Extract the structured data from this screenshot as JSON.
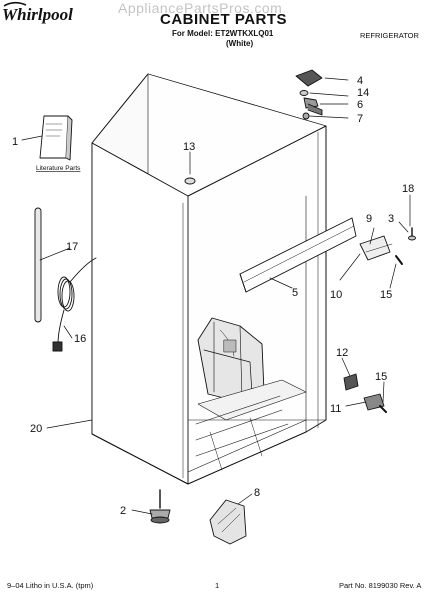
{
  "header": {
    "brand": "Whirlpool",
    "watermark": "AppliancePartsPros.com",
    "title": "CABINET PARTS",
    "model_line": "For Model: ET2WTKXLQ01",
    "color_line": "(White)",
    "category": "REFRIGERATOR"
  },
  "footer": {
    "left": "9–04 Litho in U.S.A. (tpm)",
    "page": "1",
    "part_number": "Part No. 8199030 Rev. A"
  },
  "diagram": {
    "literature_label": "Literature Parts",
    "callouts": [
      {
        "id": "c1",
        "text": "1"
      },
      {
        "id": "c2",
        "text": "2"
      },
      {
        "id": "c3",
        "text": "3"
      },
      {
        "id": "c4",
        "text": "4"
      },
      {
        "id": "c5",
        "text": "5"
      },
      {
        "id": "c6",
        "text": "6"
      },
      {
        "id": "c7",
        "text": "7"
      },
      {
        "id": "c8",
        "text": "8"
      },
      {
        "id": "c9",
        "text": "9"
      },
      {
        "id": "c10",
        "text": "10"
      },
      {
        "id": "c11",
        "text": "11"
      },
      {
        "id": "c12",
        "text": "12"
      },
      {
        "id": "c13",
        "text": "13"
      },
      {
        "id": "c14",
        "text": "14"
      },
      {
        "id": "c15a",
        "text": "15"
      },
      {
        "id": "c15b",
        "text": "15"
      },
      {
        "id": "c16",
        "text": "16"
      },
      {
        "id": "c17",
        "text": "17"
      },
      {
        "id": "c18",
        "text": "18"
      },
      {
        "id": "c20",
        "text": "20"
      }
    ]
  }
}
